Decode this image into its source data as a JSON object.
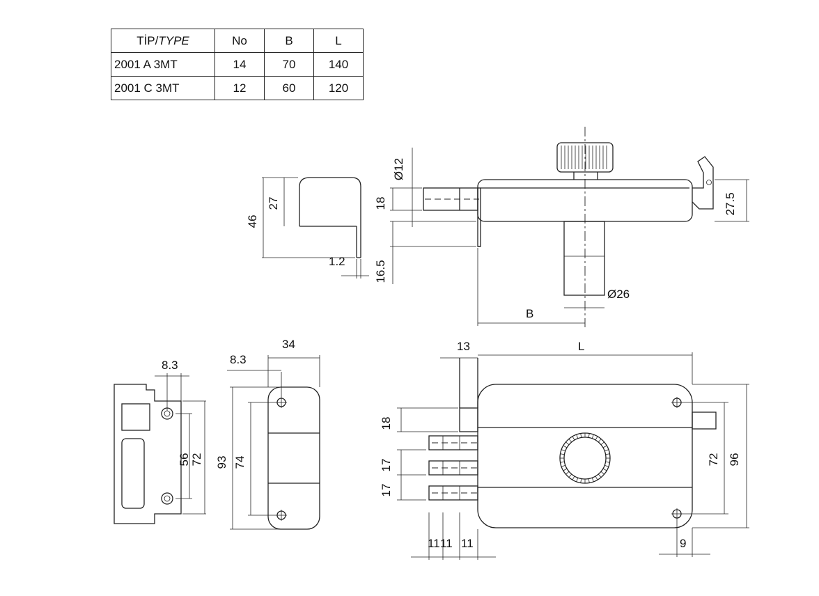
{
  "spec_table": {
    "headers": {
      "type_prefix": "TİP/",
      "type_italic": "TYPE",
      "no": "No",
      "b": "B",
      "l": "L"
    },
    "rows": [
      {
        "type": "2001 A 3MT",
        "no": "14",
        "b": "70",
        "l": "140"
      },
      {
        "type": "2001 C 3MT",
        "no": "12",
        "b": "60",
        "l": "120"
      }
    ]
  },
  "dimensions": {
    "striker_side": {
      "height_46": "46",
      "height_27": "27",
      "thickness_1_2": "1.2"
    },
    "top_view": {
      "dia_12": "Ø12",
      "dim_18": "18",
      "dim_16_5": "16.5",
      "dim_27_5": "27.5",
      "dia_26": "Ø26",
      "dim_b": "B"
    },
    "striker_front": {
      "dim_8_3": "8.3",
      "dim_56": "56",
      "dim_72": "72"
    },
    "side_view": {
      "dim_8_3": "8.3",
      "dim_34": "34",
      "dim_93": "93",
      "dim_74": "74"
    },
    "lock_front": {
      "dim_13": "13",
      "dim_l": "L",
      "dim_18": "18",
      "dim_17a": "17",
      "dim_17b": "17",
      "dim_72": "72",
      "dim_96": "96",
      "dim_9": "9",
      "dim_11a": "11",
      "dim_11b": "11",
      "dim_11c": "11"
    }
  }
}
